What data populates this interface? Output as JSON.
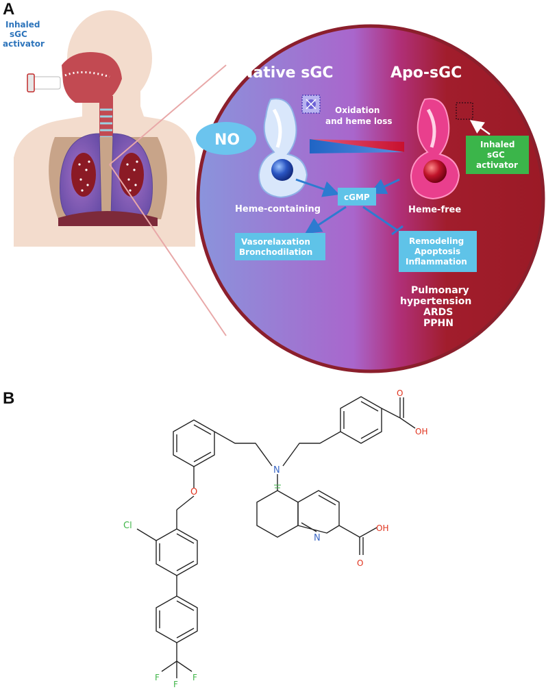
{
  "panel_a": {
    "letter": "A",
    "inhaler_label": [
      "Inhaled",
      "sGC",
      "activator"
    ],
    "native_title": "Native sGC",
    "apo_title": "Apo-sGC",
    "no_label": "NO",
    "oxidation_label": [
      "Oxidation",
      "and heme loss"
    ],
    "heme_containing": "Heme-containing",
    "heme_free": "Heme-free",
    "cgmp": "cGMP",
    "activator_box": [
      "Inhaled",
      "sGC",
      "activator"
    ],
    "vaso_box": [
      "Vasorelaxation",
      "Bronchodilation"
    ],
    "remodel_box": [
      "Remodeling",
      "Apoptosis",
      "Inflammation"
    ],
    "diseases": [
      "Pulmonary",
      "hypertension",
      "ARDS",
      "PPHN"
    ]
  },
  "panel_b": {
    "letter": "B",
    "atoms": {
      "o_top": "O",
      "oh_top": "OH",
      "n_amine": "N",
      "o_ether": "O",
      "cl": "Cl",
      "n_pyridine": "N",
      "oh_bottom": "OH",
      "o_bottom": "O",
      "f_top": "F",
      "f_left": "F",
      "f_right": "F"
    }
  },
  "colors": {
    "native_blue": "#7d8fd6",
    "purple": "#b35fc9",
    "apo_red": "#a31c2a",
    "box_blue": "#5fc3e8",
    "activator_green": "#3bb54a",
    "no_blue": "#6bc4ee",
    "label_blue": "#2d74bb",
    "oxygen_red": "#e0311c",
    "nitrogen_blue": "#3a67c4",
    "halogen_green": "#3fb548"
  }
}
